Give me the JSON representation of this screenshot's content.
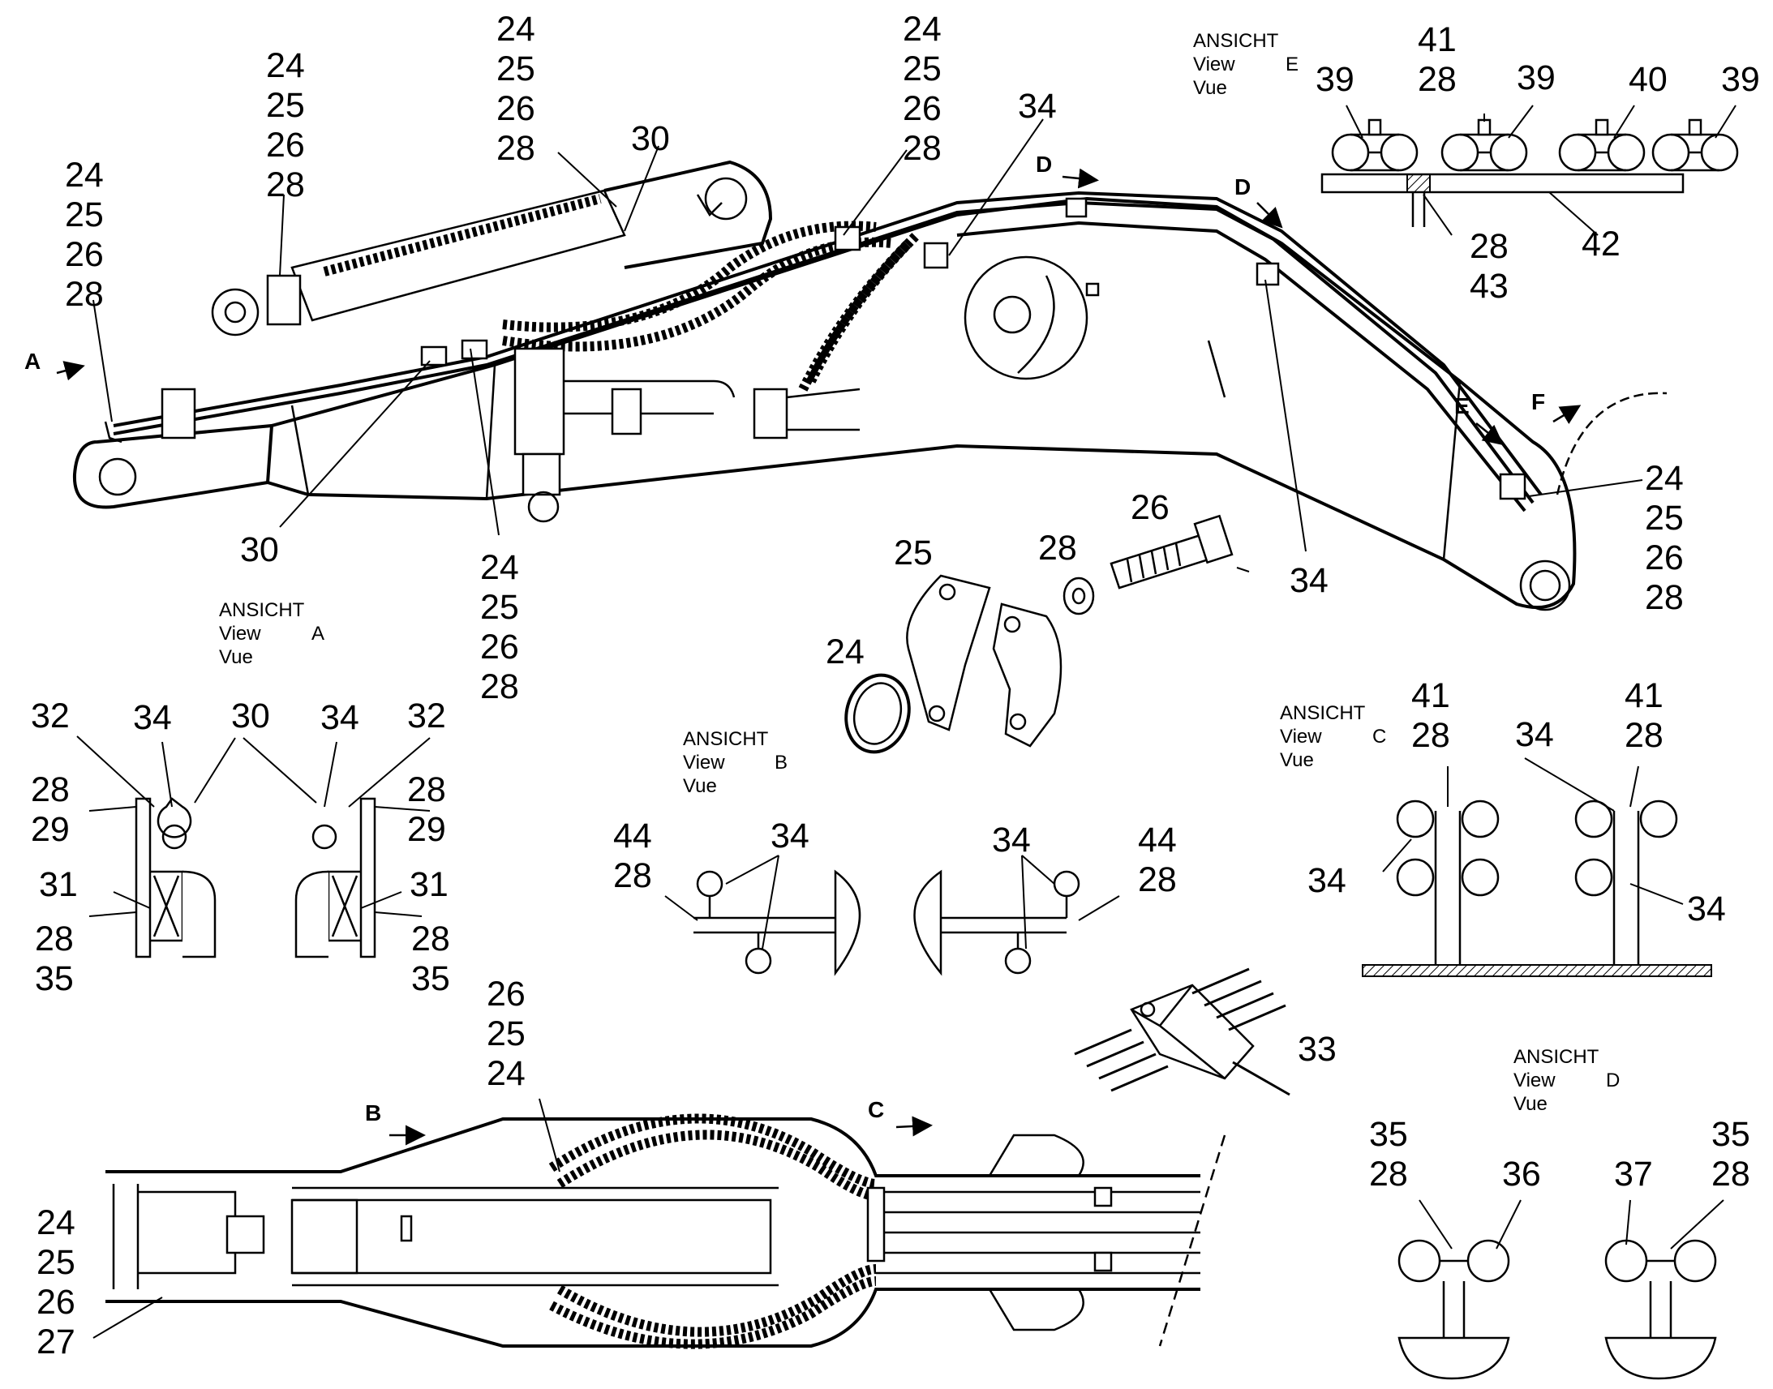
{
  "views": {
    "A": {
      "line1": "ANSICHT",
      "line2": "View",
      "line3": "Vue",
      "letter": "A"
    },
    "B": {
      "line1": "ANSICHT",
      "line2": "View",
      "line3": "Vue",
      "letter": "B"
    },
    "C": {
      "line1": "ANSICHT",
      "line2": "View",
      "line3": "Vue",
      "letter": "C"
    },
    "D": {
      "line1": "ANSICHT",
      "line2": "View",
      "line3": "Vue",
      "letter": "D"
    },
    "E": {
      "line1": "ANSICHT",
      "line2": "View",
      "line3": "Vue",
      "letter": "E"
    }
  },
  "arrows": {
    "A": "A",
    "B": "B",
    "C": "C",
    "D1": "D",
    "D2": "D",
    "E": "E",
    "F": "F"
  },
  "callouts": {
    "c24": "24",
    "c25": "25",
    "c26": "26",
    "c27": "27",
    "c28": "28",
    "c29": "29",
    "c30": "30",
    "c31": "31",
    "c32": "32",
    "c33": "33",
    "c34": "34",
    "c35": "35",
    "c36": "36",
    "c37": "37",
    "c39": "39",
    "c40": "40",
    "c41": "41",
    "c42": "42",
    "c43": "43",
    "c44": "44"
  }
}
